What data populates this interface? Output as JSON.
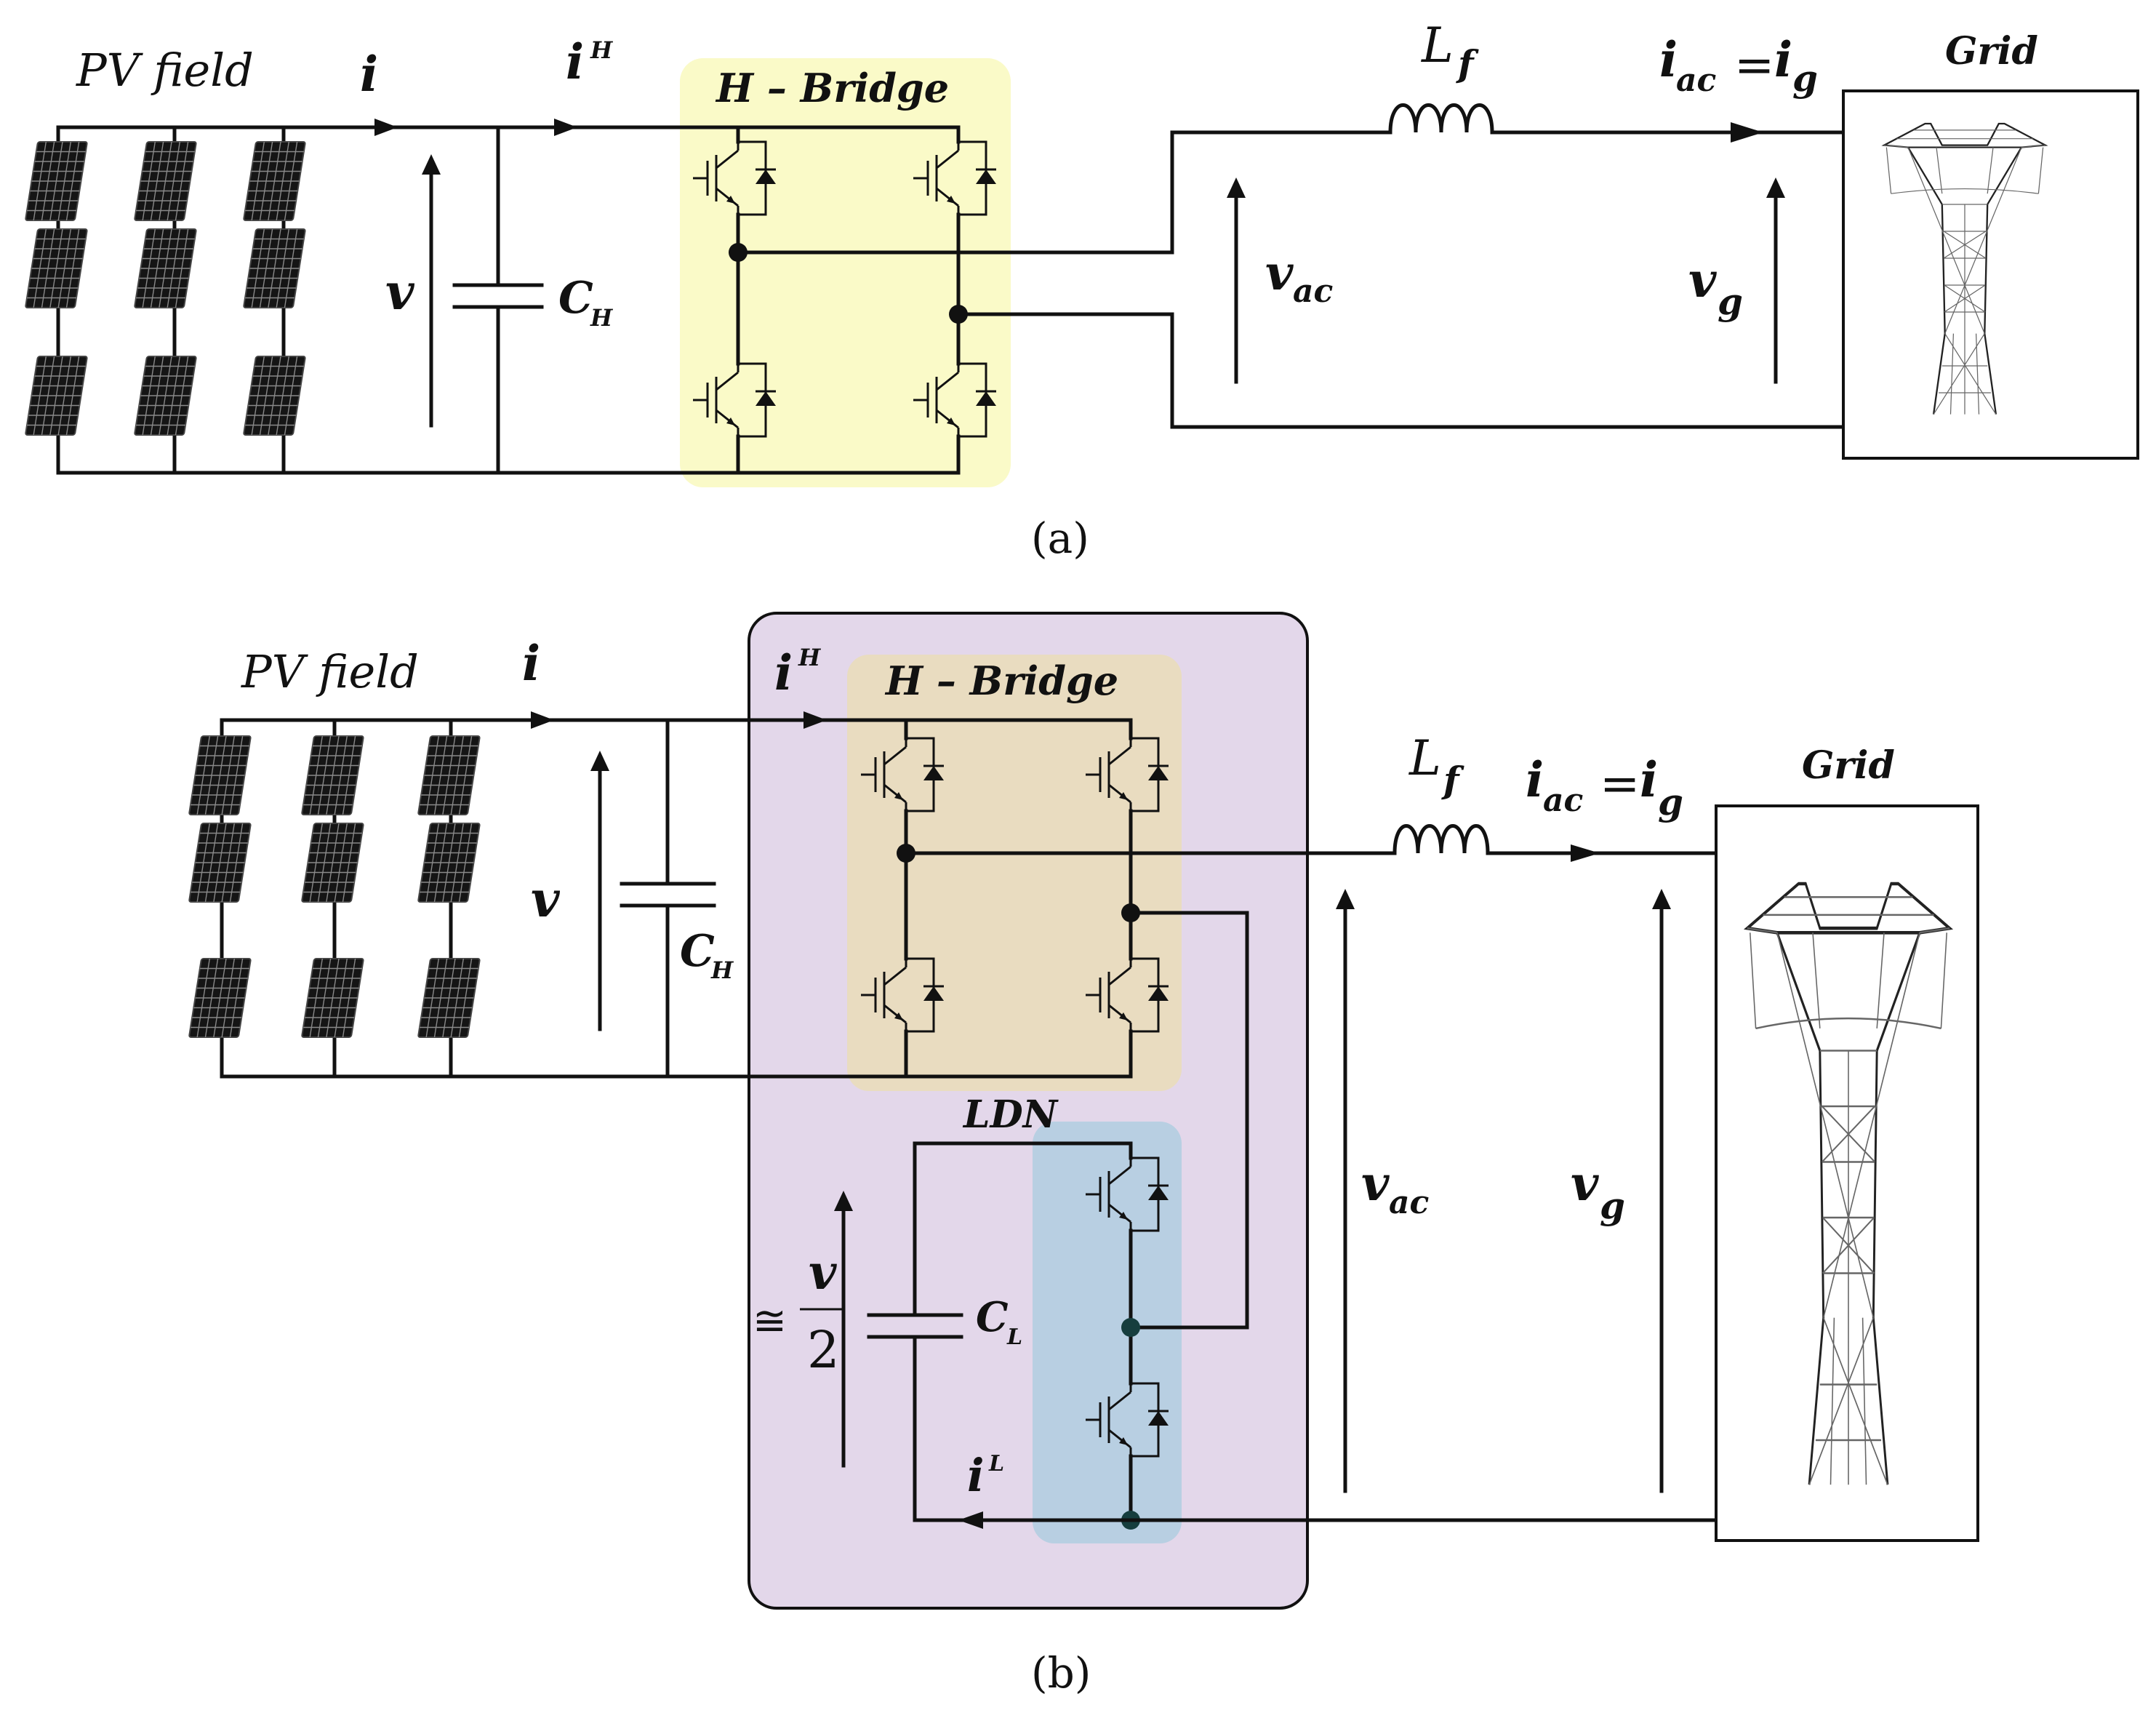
{
  "panel_a": {
    "caption": "(a)",
    "pv_field": "PV field",
    "current_i": "i",
    "current_iH": "i",
    "current_iH_sup": "H",
    "voltage_v": "v",
    "capacitor": "C",
    "capacitor_sub": "H",
    "bridge": "H – Bridge",
    "inductor": "L",
    "inductor_sub": "f",
    "iac": "i",
    "iac_sub": "ac",
    "equals": "=",
    "ig": "i",
    "ig_sub": "g",
    "vac": "v",
    "vac_sub": "ac",
    "vg": "v",
    "vg_sub": "g",
    "grid": "Grid"
  },
  "panel_b": {
    "caption": "(b)",
    "pv_field": "PV field",
    "current_i": "i",
    "current_iH": "i",
    "current_iH_sup": "H",
    "voltage_v": "v",
    "capacitor": "C",
    "capacitor_sub": "H",
    "bridge": "H – Bridge",
    "inductor": "L",
    "inductor_sub": "f",
    "iac": "i",
    "iac_sub": "ac",
    "equals": "=",
    "ig": "i",
    "ig_sub": "g",
    "vac": "v",
    "vac_sub": "ac",
    "vg": "v",
    "vg_sub": "g",
    "grid": "Grid",
    "ldn": "LDN",
    "approx": "≅",
    "frac_num": "v",
    "frac_den": "2",
    "capacitor_L": "C",
    "capacitor_L_sub": "L",
    "current_iL": "i",
    "current_iL_sup": "L"
  },
  "colors": {
    "bridge_a": "#fafac8",
    "outer_b": "#e3d7ea",
    "bridge_b": "#e9dcc0",
    "ldn_b": "#b8cfe2"
  }
}
